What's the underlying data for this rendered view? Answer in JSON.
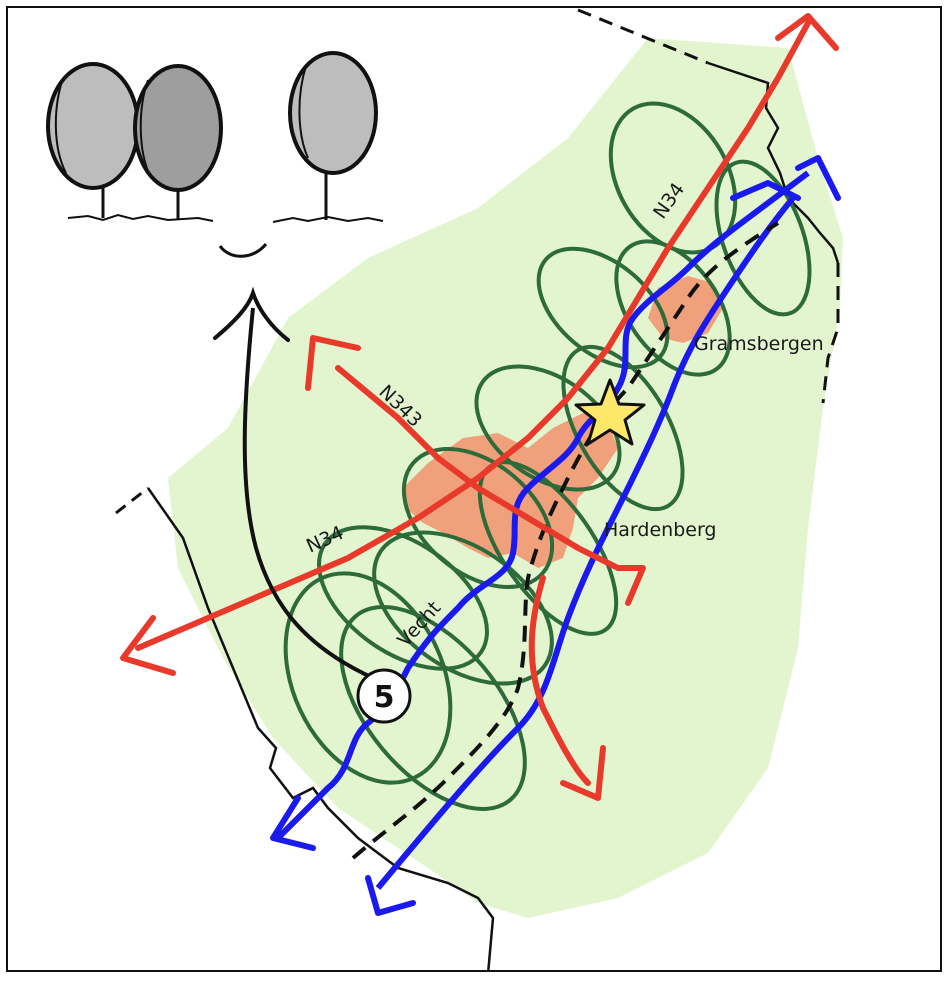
{
  "map": {
    "labels": {
      "road_main": "N34",
      "road_main_north": "N34",
      "road_side": "N343",
      "river": "Vecht",
      "town_south": "Hardenberg",
      "town_north": "Gramsbergen"
    },
    "marker_number": "5",
    "icons": [
      "tree-icon",
      "star-icon",
      "viewpoint-arrow-icon"
    ],
    "colors": {
      "land": "#e2f5cf",
      "town": "#f0a07a",
      "road": "#e8392b",
      "river": "#1a1aee",
      "loops": "#2e6b3a",
      "star": "#fde86a",
      "dashed": "#111111"
    }
  }
}
